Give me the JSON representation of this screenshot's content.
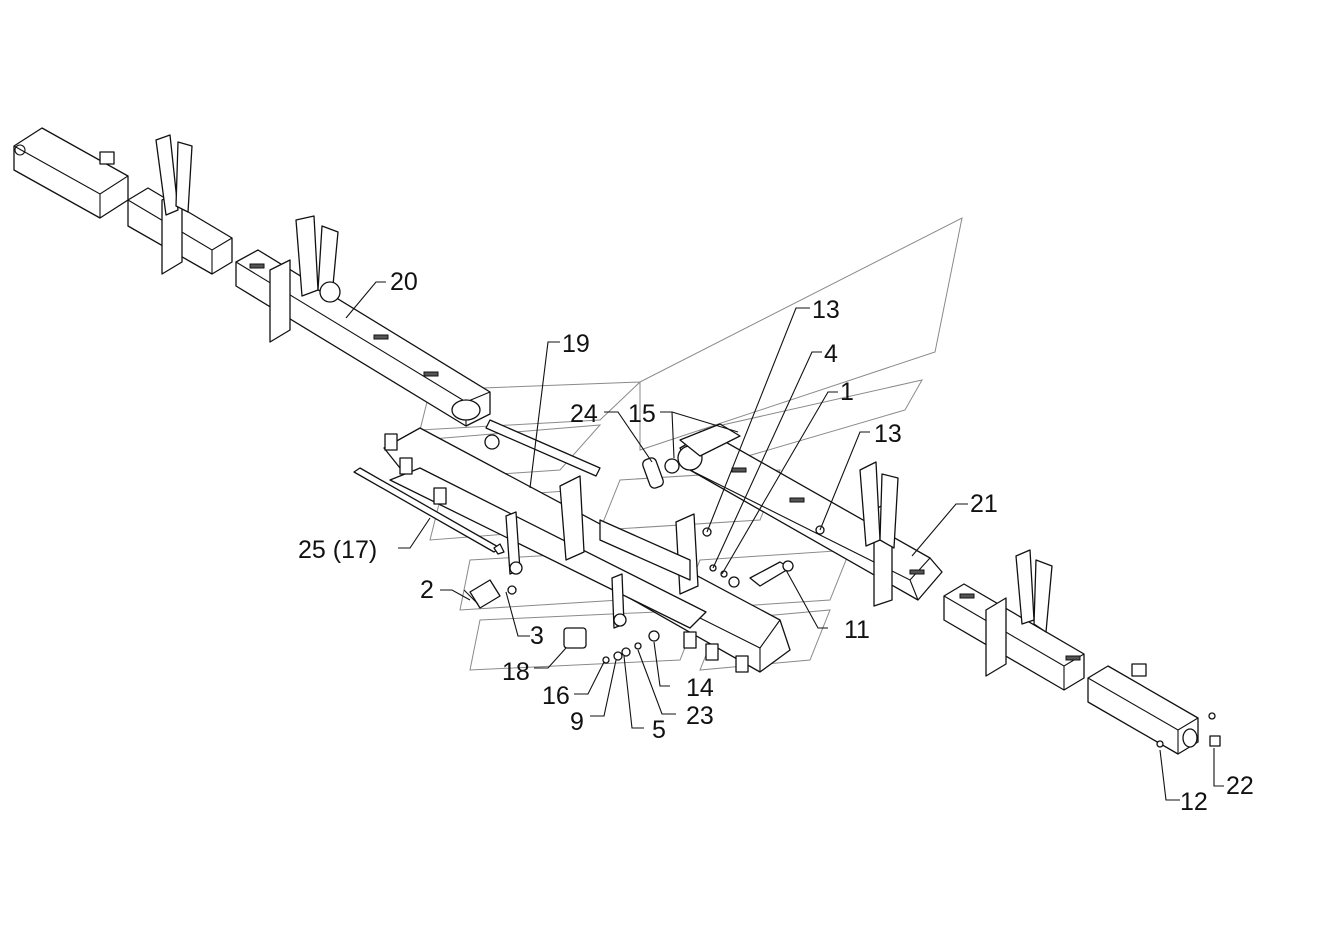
{
  "diagram": {
    "callouts": [
      {
        "id": "c20",
        "text": "20"
      },
      {
        "id": "c19",
        "text": "19"
      },
      {
        "id": "c13a",
        "text": "13"
      },
      {
        "id": "c4",
        "text": "4"
      },
      {
        "id": "c1",
        "text": "1"
      },
      {
        "id": "c24",
        "text": "24"
      },
      {
        "id": "c15",
        "text": "15"
      },
      {
        "id": "c13b",
        "text": "13"
      },
      {
        "id": "c21",
        "text": "21"
      },
      {
        "id": "c25",
        "text": "25 (17)"
      },
      {
        "id": "c2",
        "text": "2"
      },
      {
        "id": "c3",
        "text": "3"
      },
      {
        "id": "c18",
        "text": "18"
      },
      {
        "id": "c16",
        "text": "16"
      },
      {
        "id": "c9",
        "text": "9"
      },
      {
        "id": "c5",
        "text": "5"
      },
      {
        "id": "c14",
        "text": "14"
      },
      {
        "id": "c23",
        "text": "23"
      },
      {
        "id": "c11",
        "text": "11"
      },
      {
        "id": "c12",
        "text": "12"
      },
      {
        "id": "c22",
        "text": "22"
      }
    ],
    "colors": {
      "line": "#111111",
      "watermark": "#8a8a8a",
      "background": "#ffffff"
    }
  }
}
